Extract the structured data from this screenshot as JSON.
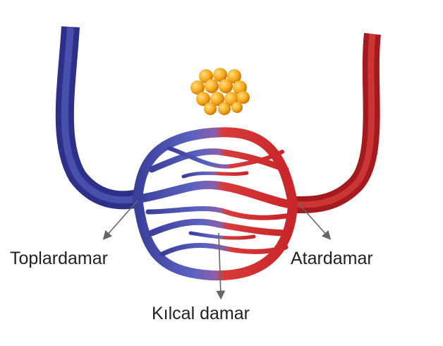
{
  "labels": {
    "vein": "Toplardamar",
    "artery": "Atardamar",
    "capillary": "Kılcal damar"
  },
  "colors": {
    "vein": "#3a3f9a",
    "artery": "#c8262a",
    "cells": "#f5a81c",
    "arrow": "#666666"
  }
}
